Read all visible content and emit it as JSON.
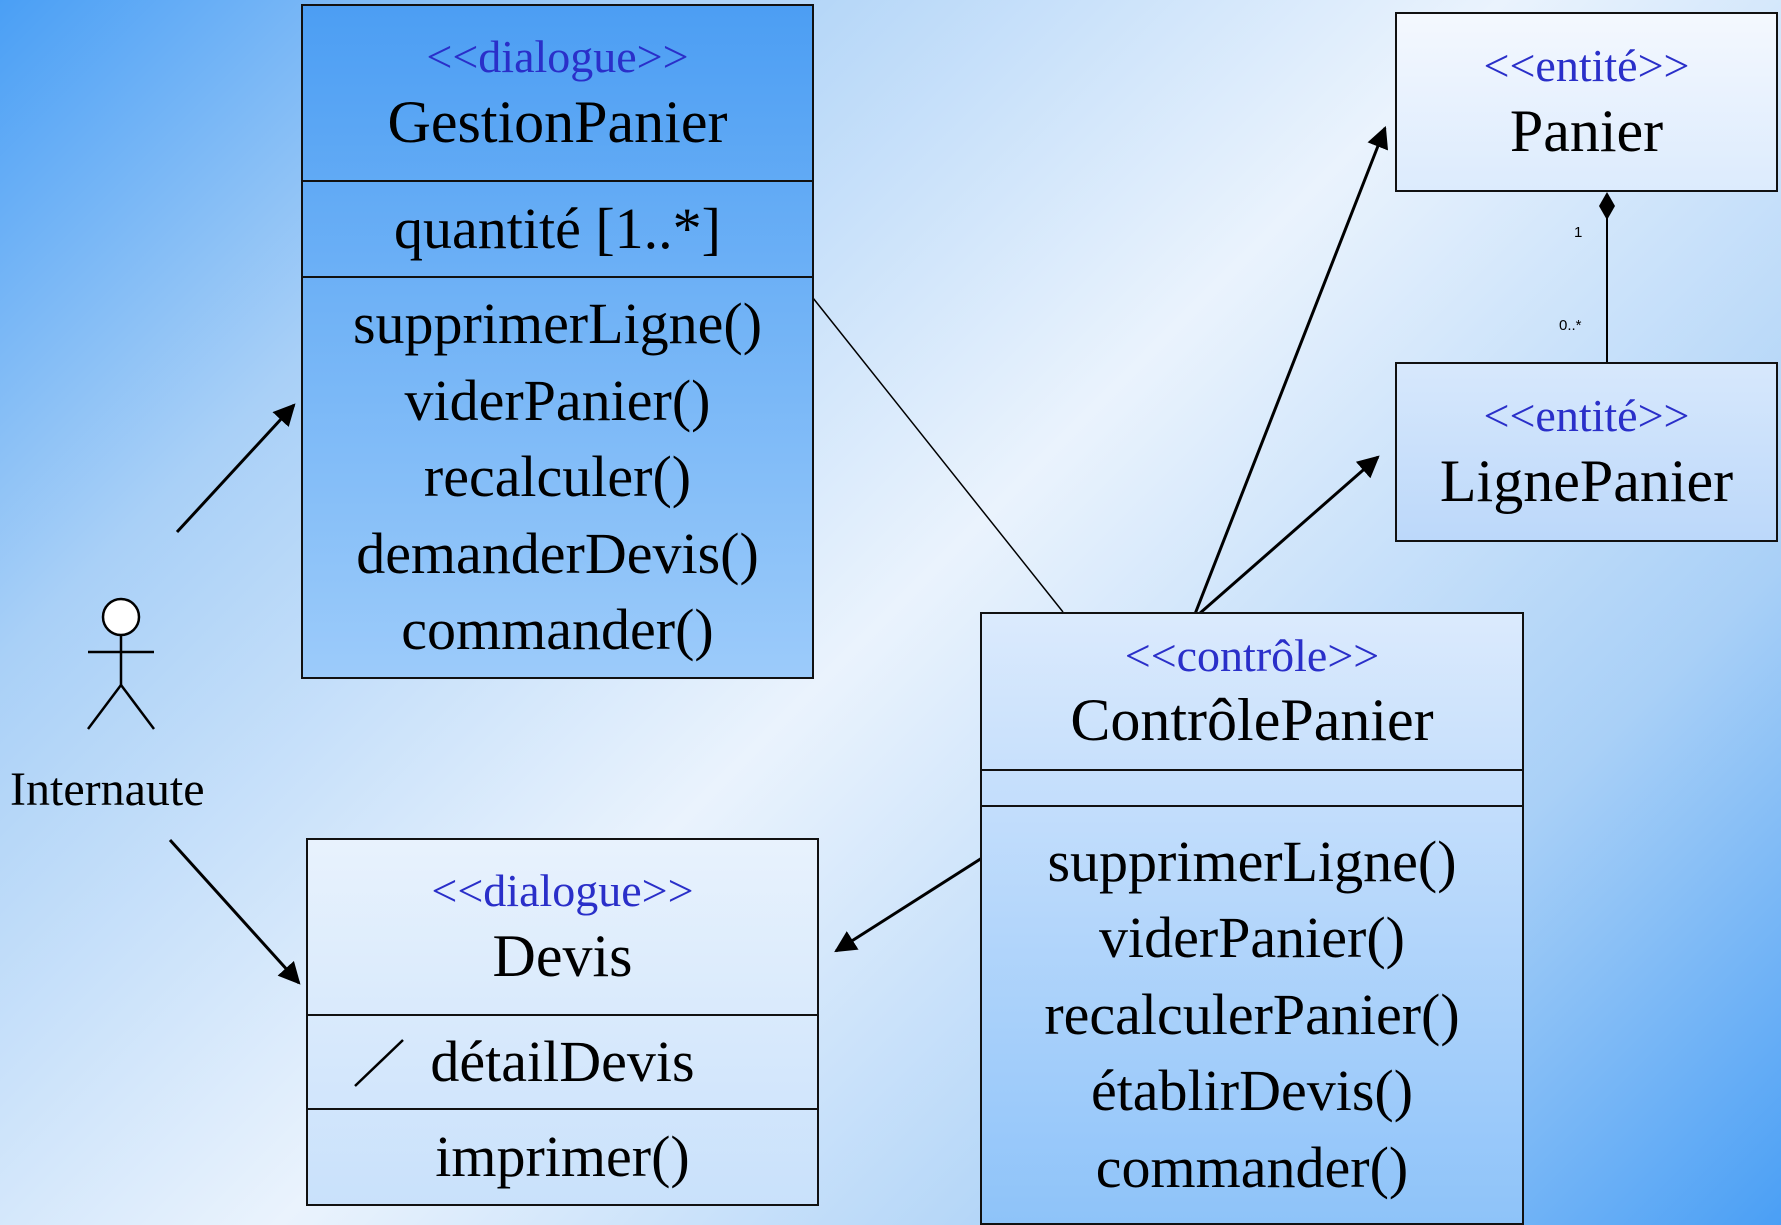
{
  "actor": {
    "name": "Internaute"
  },
  "classes": {
    "gestion_panier": {
      "stereotype": "<<dialogue>>",
      "name": "GestionPanier",
      "attribute": "quantité [1..*]",
      "operations": [
        "supprimerLigne()",
        "viderPanier()",
        "recalculer()",
        "demanderDevis()",
        "commander()"
      ]
    },
    "devis": {
      "stereotype": "<<dialogue>>",
      "name": "Devis",
      "attribute": "détailDevis",
      "operations": [
        "imprimer()"
      ]
    },
    "panier": {
      "stereotype": "<<entité>>",
      "name": "Panier"
    },
    "ligne_panier": {
      "stereotype": "<<entité>>",
      "name": "LignePanier"
    },
    "controle_panier": {
      "stereotype": "<<contrôle>>",
      "name": "ContrôlePanier",
      "operations": [
        "supprimerLigne()",
        "viderPanier()",
        "recalculerPanier()",
        "établirDevis()",
        "commander()"
      ]
    }
  },
  "composition": {
    "whole_multiplicity": "1",
    "part_multiplicity": "0..*"
  }
}
